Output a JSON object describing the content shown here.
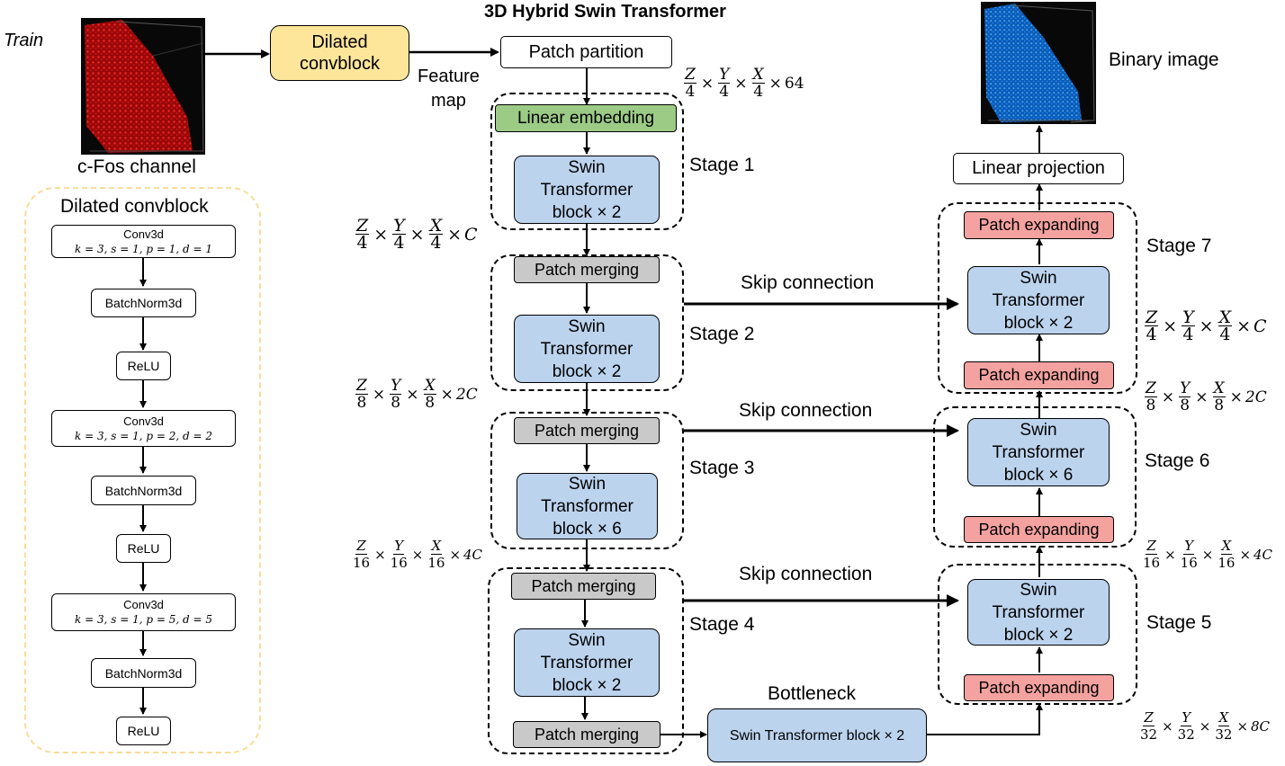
{
  "title": "3D Hybrid Swin Transformer",
  "train_label": "Train",
  "input_caption": "c-Fos channel",
  "output_caption": "Binary image",
  "feature_map_label": "Feature\nmap",
  "dilated_convblock_box": "Dilated\nconvblock",
  "patch_partition": "Patch partition",
  "linear_embedding": "Linear embedding",
  "linear_projection": "Linear projection",
  "patch_merging": "Patch merging",
  "patch_expanding": "Patch expanding",
  "swin_x2": "Swin\nTransformer\nblock × 2",
  "swin_x6": "Swin\nTransformer\nblock × 6",
  "bottleneck_label": "Bottleneck",
  "bottleneck_block": "Swin Transformer block × 2",
  "skip_connection": "Skip connection",
  "stages": [
    "Stage 1",
    "Stage 2",
    "Stage 3",
    "Stage 4",
    "Stage 5",
    "Stage 6",
    "Stage 7"
  ],
  "dims": {
    "d64": {
      "fracs": [
        [
          "Z",
          "4"
        ],
        [
          "Y",
          "4"
        ],
        [
          "X",
          "4"
        ]
      ],
      "tail": "64"
    },
    "dC_left": {
      "fracs": [
        [
          "Z",
          "4"
        ],
        [
          "Y",
          "4"
        ],
        [
          "X",
          "4"
        ]
      ],
      "tail": "C"
    },
    "d2C_left": {
      "fracs": [
        [
          "Z",
          "8"
        ],
        [
          "Y",
          "8"
        ],
        [
          "X",
          "8"
        ]
      ],
      "tail": "2C"
    },
    "d4C_left": {
      "fracs": [
        [
          "Z",
          "16"
        ],
        [
          "Y",
          "16"
        ],
        [
          "X",
          "16"
        ]
      ],
      "tail": "4C"
    },
    "dC_right": {
      "fracs": [
        [
          "Z",
          "4"
        ],
        [
          "Y",
          "4"
        ],
        [
          "X",
          "4"
        ]
      ],
      "tail": "C"
    },
    "d2C_right": {
      "fracs": [
        [
          "Z",
          "8"
        ],
        [
          "Y",
          "8"
        ],
        [
          "X",
          "8"
        ]
      ],
      "tail": "2C"
    },
    "d4C_right": {
      "fracs": [
        [
          "Z",
          "16"
        ],
        [
          "Y",
          "16"
        ],
        [
          "X",
          "16"
        ]
      ],
      "tail": "4C"
    },
    "d8C_right": {
      "fracs": [
        [
          "Z",
          "32"
        ],
        [
          "Y",
          "32"
        ],
        [
          "X",
          "32"
        ]
      ],
      "tail": "8C"
    }
  },
  "convblock": {
    "title": "Dilated convblock",
    "conv_name": "Conv3d",
    "conv1_params": "k = 3, s = 1, p = 1, d = 1",
    "conv2_params": "k = 3, s = 1, p = 2, d = 2",
    "conv3_params": "k = 3, s = 1, p = 5, d = 5",
    "batchnorm": "BatchNorm3d",
    "relu": "ReLU"
  },
  "colors": {
    "swin": "#bcd3ee",
    "merge": "#c9c9c9",
    "expand": "#f4a2a0",
    "embed": "#9ccb86",
    "convblock_fill": "#fde59a",
    "convblock_dash": "#f8dc98",
    "input_volume": "#cc1010",
    "output_volume": "#1e8fff"
  }
}
